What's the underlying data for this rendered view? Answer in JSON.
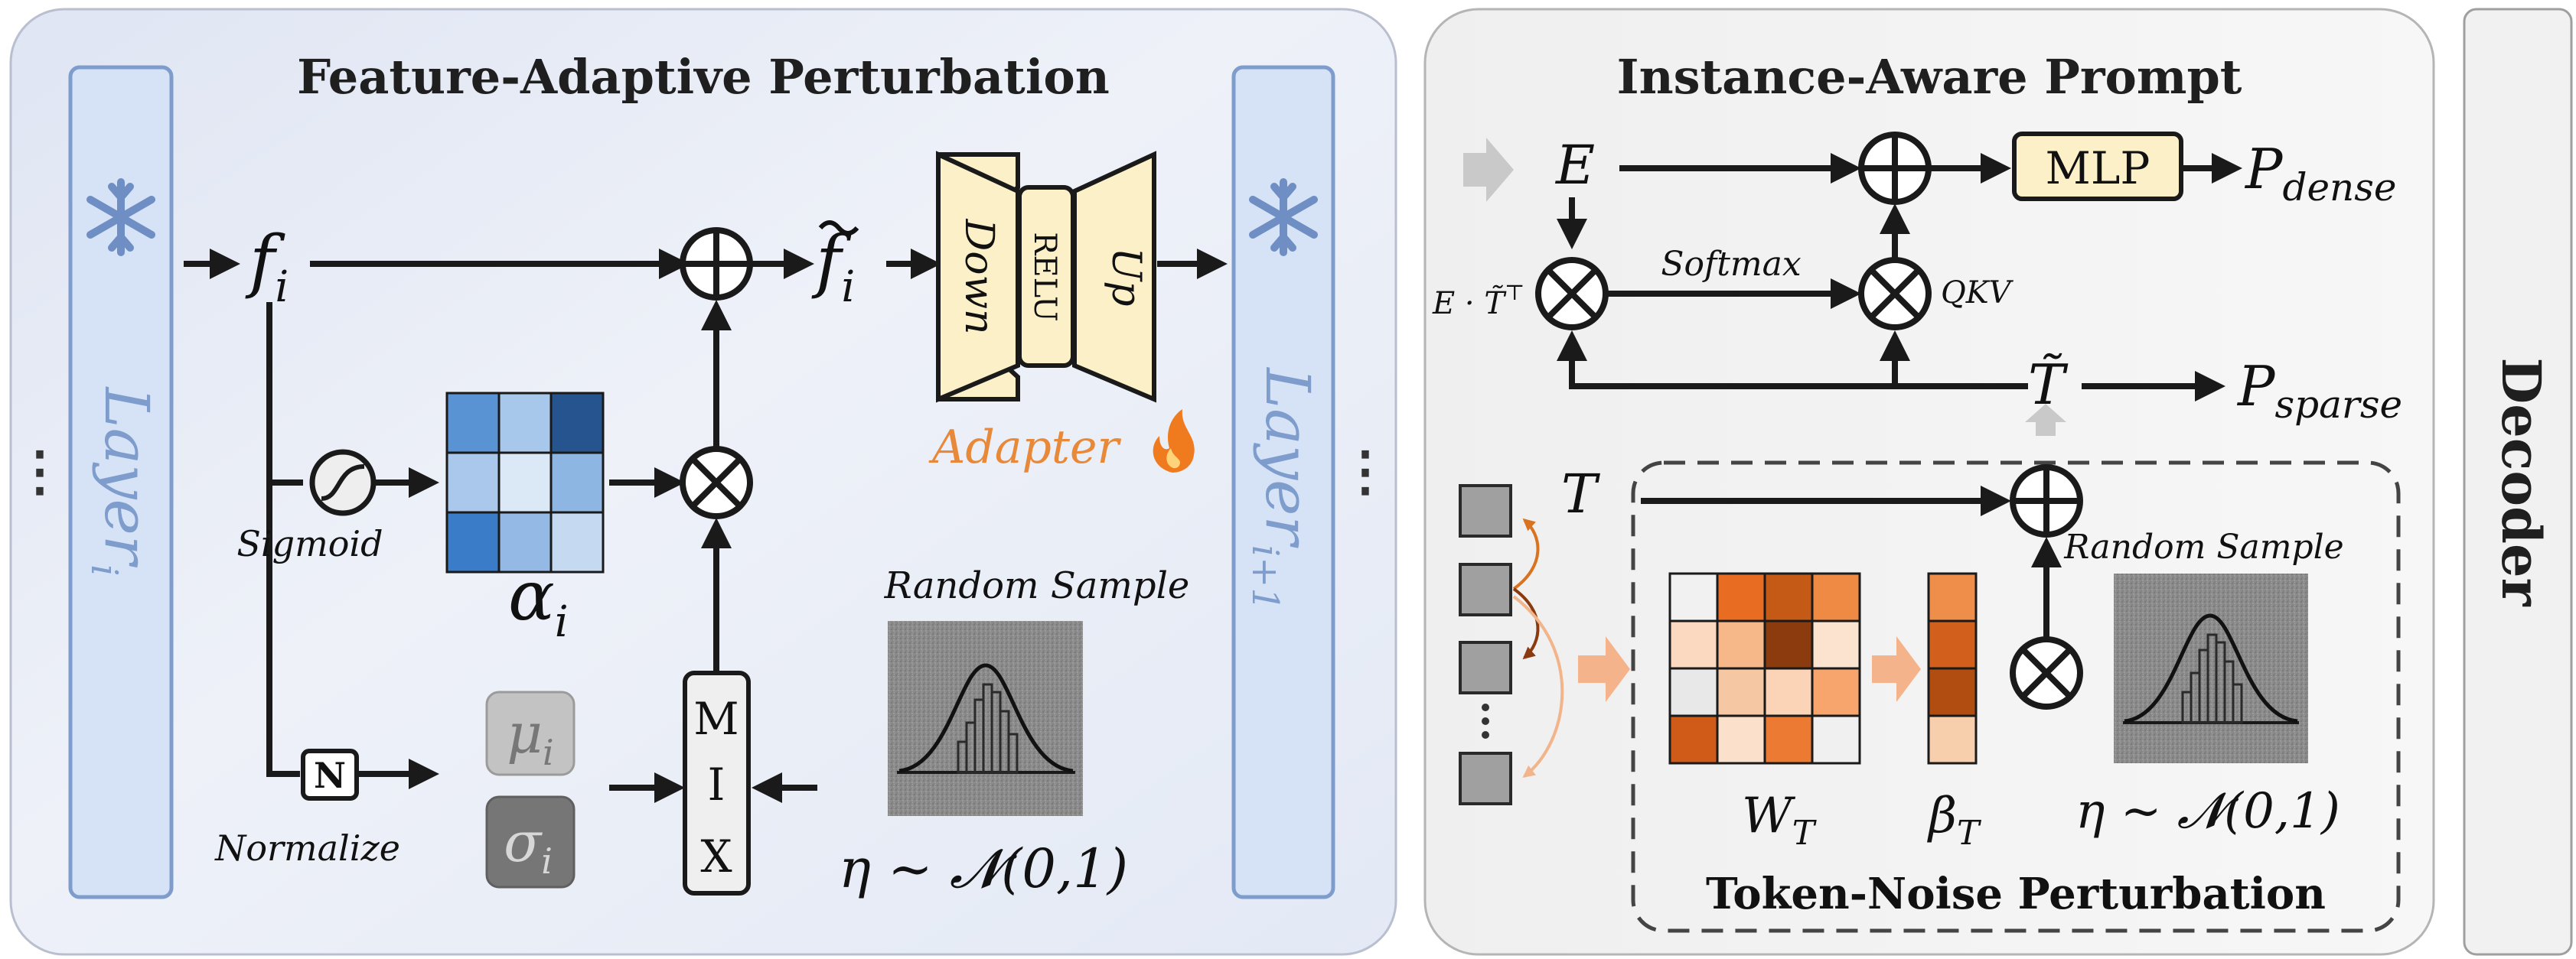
{
  "left_panel": {
    "title": "Feature-Adaptive Perturbation",
    "layer_in": "Layer",
    "layer_in_sub": "i",
    "layer_out": "Layer",
    "layer_out_sub": "i+1",
    "ellipsis": "⋮",
    "f_main": "f",
    "f_sub": "i",
    "f_tilde_main": "f",
    "f_tilde_sub": "i",
    "sigmoid_label": "Sigmoid",
    "alpha_main": "α",
    "alpha_sub": "i",
    "normalize_box": "N",
    "normalize_label": "Normalize",
    "mu_main": "μ",
    "mu_sub": "i",
    "sigma_main": "σ",
    "sigma_sub": "i",
    "mix_letters": [
      "M",
      "I",
      "X"
    ],
    "random_sample_label": "Random Sample",
    "eta_eq": "η ~ 𝓝(0,1)",
    "adapter_down": "Down",
    "adapter_relu": "RELU",
    "adapter_up": "Up",
    "adapter_label": "Adapter",
    "alpha_grid_colors": [
      "#5a93d3",
      "#a7c7eb",
      "#26548f",
      "#a9c8eb",
      "#dbe8f6",
      "#8db6e2",
      "#3a7cc7",
      "#93b9e4",
      "#c5daf1"
    ]
  },
  "right_panel": {
    "title": "Instance-Aware Prompt",
    "E_label": "E",
    "mlp_label": "MLP",
    "p_dense_main": "P",
    "p_dense_sub": "dense",
    "p_sparse_main": "P",
    "p_sparse_sub": "sparse",
    "softmax_label": "Softmax",
    "qkv_label": "QKV",
    "e_t_label": "E · T̃",
    "e_t_sup": "⊤",
    "t_tilde_label": "T̃",
    "T_label": "T",
    "wt_main": "W",
    "wt_sub": "T",
    "beta_main": "β",
    "beta_sub": "T",
    "random_sample_label": "Random Sample",
    "eta_eq": "η ~ 𝓝(0,1)",
    "dashed_box_title": "Token-Noise Perturbation",
    "wt_grid_colors": [
      "#f1f1f1",
      "#e86d22",
      "#c45a16",
      "#ee8a43",
      "#fbd9c0",
      "#f7b889",
      "#8c3b0e",
      "#fce3d0",
      "#e8e8e8",
      "#f6c7a3",
      "#fbd3b7",
      "#f7a56c",
      "#d05b19",
      "#fbe0cc",
      "#ec7a32",
      "#f0f0f0"
    ],
    "beta_colors": [
      "#ee8e4a",
      "#d2601c",
      "#b24d12",
      "#f8cfad"
    ]
  },
  "decoder_label": "Decoder"
}
